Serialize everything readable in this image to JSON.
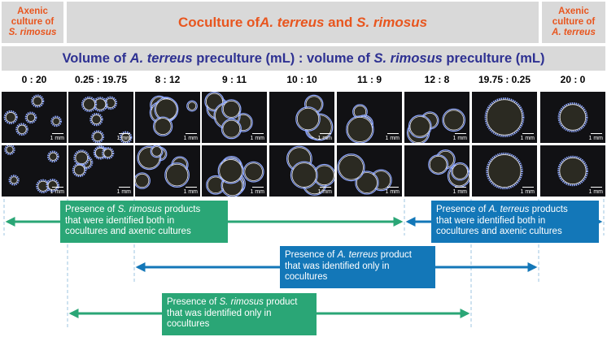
{
  "headers": {
    "left": {
      "line1": "Axenic",
      "line2": "culture of",
      "line3": "S. rimosus"
    },
    "center": {
      "prefix": "Coculture of ",
      "org1": "A. terreus",
      "mid": " and ",
      "org2": "S. rimosus"
    },
    "right": {
      "line1": "Axenic",
      "line2": "culture of",
      "line3": "A. terreus"
    }
  },
  "volume_title": {
    "p1": "Volume of ",
    "o1": "A. terreus",
    "p2": " preculture (mL) : volume of ",
    "o2": "S. rimosus",
    "p3": " preculture (mL)"
  },
  "ratios": [
    "0 : 20",
    "0.25 : 19.75",
    "8 : 12",
    "9 : 11",
    "10 : 10",
    "11 : 9",
    "12 : 8",
    "19.75 : 0.25",
    "20 : 0"
  ],
  "scale_label": "1 mm",
  "colors": {
    "header_text": "#e8561f",
    "title_text": "#2e3192",
    "green": "#2aa676",
    "blue": "#1377b8"
  },
  "boxes": {
    "b1": {
      "l1a": "Presence of ",
      "l1b": "S. rimosus",
      "l1c": " products",
      "l2": "that were identified both in",
      "l3": "cocultures and axenic cultures"
    },
    "b2": {
      "l1a": "Presence of ",
      "l1b": "A. terreus",
      "l1c": " products",
      "l2": "that were identified both in",
      "l3": "cocultures and axenic cultures"
    },
    "b3": {
      "l1a": "Presence of ",
      "l1b": "A. terreus",
      "l1c": " product",
      "l2": "that was identified only in",
      "l3": "cocultures"
    },
    "b4": {
      "l1a": "Presence of ",
      "l1b": "S. rimosus",
      "l1c": " product",
      "l2": "that was identified only in",
      "l3": "cocultures"
    }
  }
}
